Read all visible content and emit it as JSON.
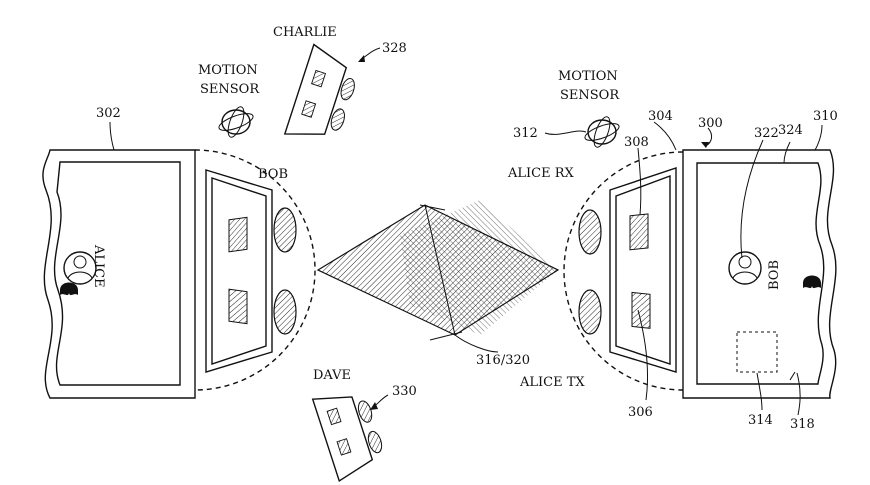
{
  "labels": {
    "charlie": "CHARLIE",
    "motion_sensor_left_line1": "MOTION",
    "motion_sensor_left_line2": "SENSOR",
    "motion_sensor_right_line1": "MOTION",
    "motion_sensor_right_line2": "SENSOR",
    "bob_top": "BOB",
    "alice_rx": "ALICE RX",
    "alice_tx": "ALICE TX",
    "dave": "DAVE",
    "alice_vertical": "ALICE",
    "bob_vertical": "BOB"
  },
  "refs": {
    "r302": "302",
    "r328": "328",
    "r304": "304",
    "r300": "300",
    "r322": "322",
    "r324": "324",
    "r310": "310",
    "r312": "312",
    "r308": "308",
    "r316_320": "316/320",
    "r330": "330",
    "r306": "306",
    "r314": "314",
    "r318": "318"
  }
}
